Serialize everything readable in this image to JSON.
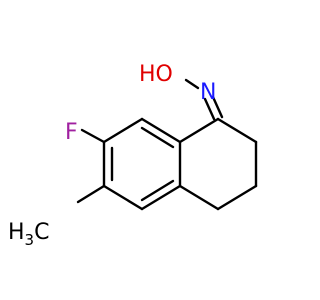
{
  "molecule": {
    "atoms": {
      "hydroxyl": {
        "label": "HO",
        "color": "#e00000"
      },
      "nitrogen": {
        "label": "N",
        "color": "#1a1aff"
      },
      "fluorine": {
        "label": "F",
        "color": "#a020a0"
      },
      "methyl": {
        "label_main": "H",
        "label_sub": "3",
        "label_tail": "C",
        "color": "#000000"
      }
    },
    "bond_color": "#000000"
  }
}
